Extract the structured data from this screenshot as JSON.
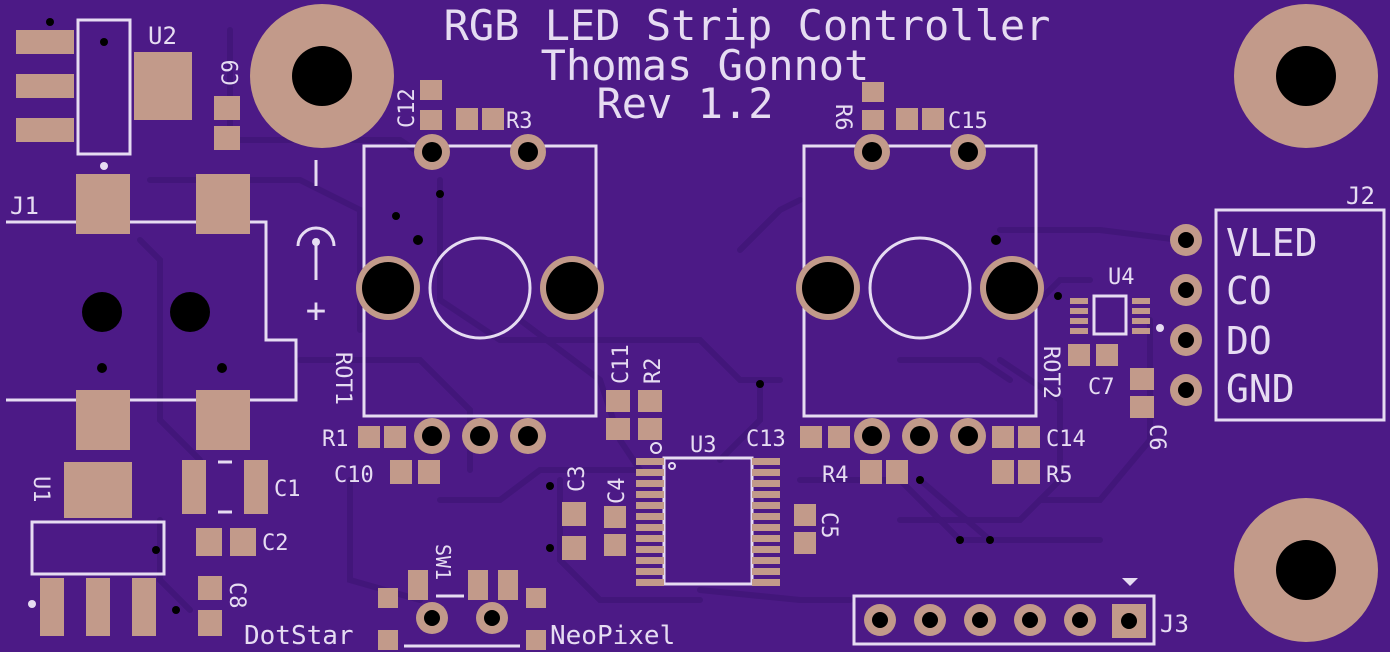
{
  "colors": {
    "board": "#4c1a86",
    "trace": "#42167a",
    "silk": "#e6dcf2",
    "pad": "#c29a8a",
    "hole": "#000000"
  },
  "header": {
    "title": "RGB LED Strip Controller",
    "author": "Thomas Gonnot",
    "revision": "Rev 1.2"
  },
  "refs": {
    "U1": "U1",
    "U2": "U2",
    "U3": "U3",
    "U4": "U4",
    "J1": "J1",
    "J2": "J2",
    "J3": "J3",
    "ROT1": "ROT1",
    "ROT2": "ROT2",
    "SW1": "SW1",
    "R1": "R1",
    "R2": "R2",
    "R3": "R3",
    "R4": "R4",
    "R5": "R5",
    "R6": "R6",
    "C1": "C1",
    "C2": "C2",
    "C3": "C3",
    "C4": "C4",
    "C5": "C5",
    "C6": "C6",
    "C7": "C7",
    "C8": "C8",
    "C9": "C9",
    "C10": "C10",
    "C11": "C11",
    "C12": "C12",
    "C13": "C13",
    "C14": "C14",
    "C15": "C15"
  },
  "j2_pins": [
    "VLED",
    "CO",
    "DO",
    "GND"
  ],
  "switch_labels": {
    "left": "DotStar",
    "right": "NeoPixel"
  },
  "polarity": {
    "plus": "+",
    "minus": "−"
  }
}
